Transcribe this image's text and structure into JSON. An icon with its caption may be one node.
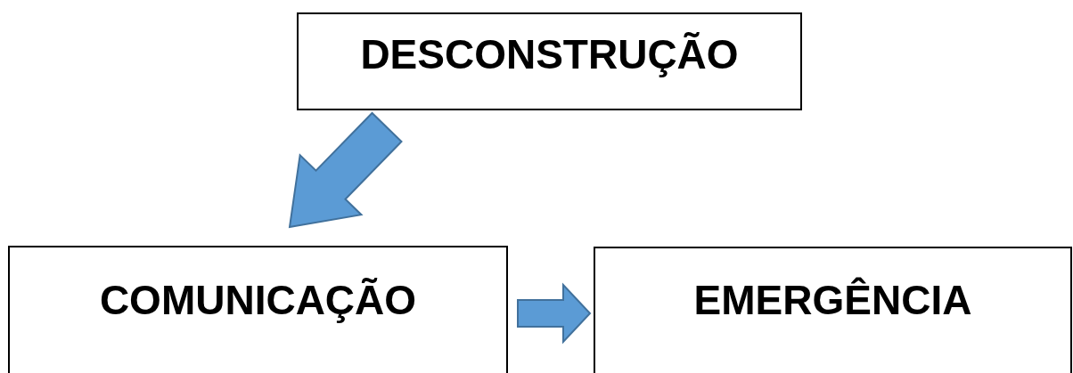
{
  "diagram": {
    "nodes": [
      {
        "text": [
          "DESCONSTRUÇÃO"
        ]
      },
      {
        "text": [
          "COMUNICAÇÃO"
        ]
      },
      {
        "text": [
          "EMERGÊNCIA"
        ]
      }
    ],
    "edges": [
      {
        "from": 0,
        "to": 1,
        "arrow": "to"
      },
      {
        "from": 1,
        "to": 2,
        "arrow": "to"
      }
    ]
  }
}
